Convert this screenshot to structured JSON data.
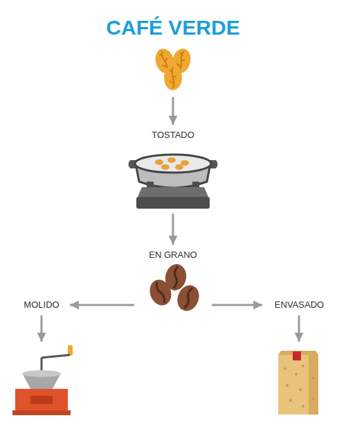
{
  "diagram": {
    "nodes": [
      {
        "text": [
          "CAFÉ VERDE"
        ]
      },
      {
        "text": [
          "TOSTADO"
        ]
      },
      {
        "text": [
          "EN GRANO"
        ]
      },
      {
        "text": [
          "MOLIDO"
        ]
      },
      {
        "text": [
          "ENVASADO"
        ]
      }
    ],
    "edges": [
      {
        "from": 0,
        "to": 1,
        "arrow": "to"
      },
      {
        "from": 1,
        "to": 2,
        "arrow": "to"
      },
      {
        "from": 2,
        "to": 3,
        "arrow": "to"
      },
      {
        "from": 2,
        "to": 4,
        "arrow": "to"
      }
    ]
  }
}
